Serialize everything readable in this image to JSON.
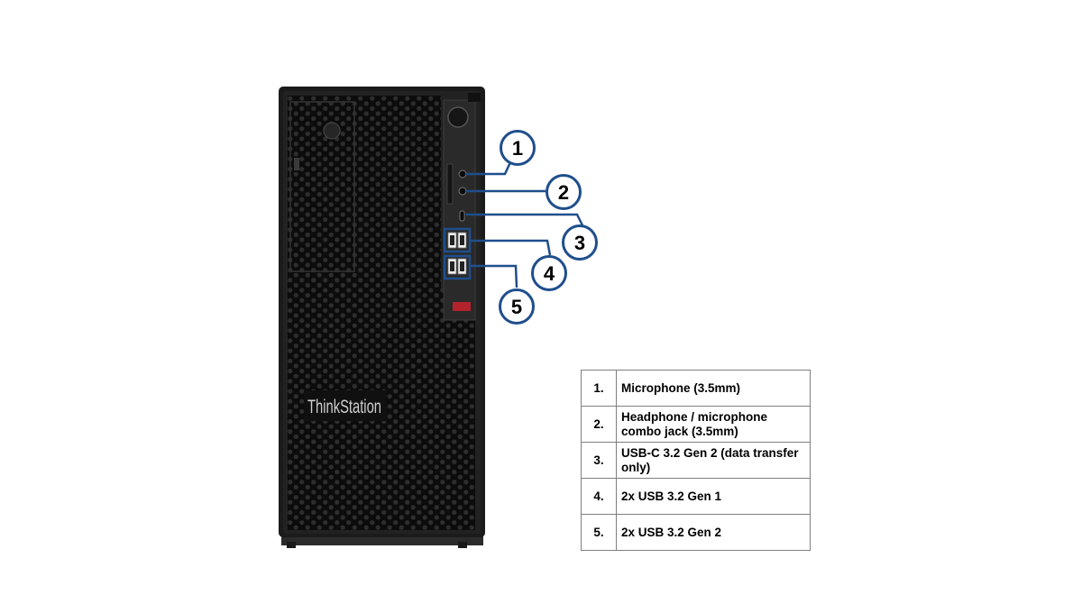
{
  "brand": {
    "wordmark": "ThinkStation"
  },
  "callouts": [
    {
      "label": "1"
    },
    {
      "label": "2"
    },
    {
      "label": "3"
    },
    {
      "label": "4"
    },
    {
      "label": "5"
    }
  ],
  "legend": {
    "rows": [
      {
        "number": "1.",
        "description": "Microphone (3.5mm)"
      },
      {
        "number": "2.",
        "description": "Headphone / microphone combo jack (3.5mm)"
      },
      {
        "number": "3.",
        "description": "USB-C 3.2 Gen 2 (data transfer only)"
      },
      {
        "number": "4.",
        "description": "2x USB 3.2 Gen 1"
      },
      {
        "number": "5.",
        "description": "2x USB 3.2 Gen 2"
      }
    ]
  },
  "colors": {
    "chassis": "#1b1b1b",
    "callout_blue": "#1f4e8c",
    "accent_red": "#b3232b",
    "table_border": "#7f7f7f"
  }
}
